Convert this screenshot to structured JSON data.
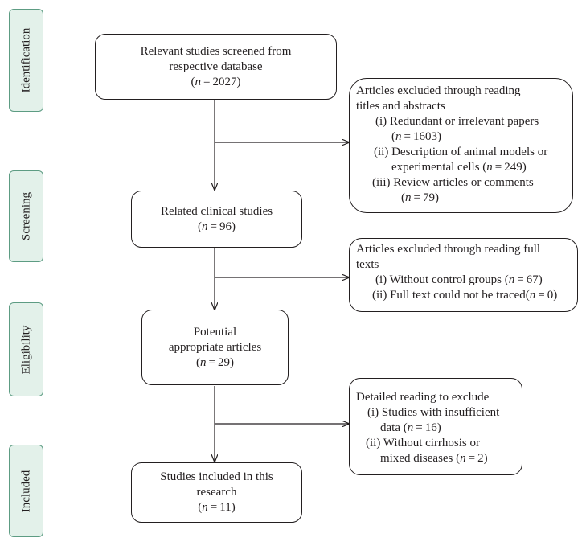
{
  "phases": {
    "identification": "Identification",
    "screening": "Screening",
    "eligibility": "Eligibility",
    "included": "Included"
  },
  "boxes": {
    "identified": {
      "line1": "Relevant studies screened from",
      "line2": "respective database",
      "count": "(n = 2027)"
    },
    "screened": {
      "line1": "Related clinical studies",
      "count": "(n = 96)"
    },
    "eligible": {
      "line1": "Potential",
      "line2": "appropriate articles",
      "count": "(n = 29)"
    },
    "included": {
      "line1": "Studies included in this",
      "line2": "research",
      "count": "(n = 11)"
    }
  },
  "exclusions": {
    "titles_abstracts": {
      "header_line1": "Articles excluded through reading",
      "header_line2": "titles and abstracts",
      "item1_line1": "(i) Redundant or irrelevant papers",
      "item1_line2": "(n = 1603)",
      "item2_line1": "(ii) Description of animal models or",
      "item2_line2": "experimental cells (n = 249)",
      "item3_line1": "(iii) Review articles or comments",
      "item3_line2": "(n = 79)"
    },
    "full_texts": {
      "header_line1": "Articles excluded through reading full",
      "header_line2": "texts",
      "item1": "(i) Without control groups (n = 67)",
      "item2": "(ii) Full text could not be traced(n = 0)"
    },
    "detailed": {
      "header": "Detailed reading to exclude",
      "item1_line1": "(i) Studies with insufficient",
      "item1_line2": "data (n = 16)",
      "item2_line1": "(ii) Without cirrhosis or",
      "item2_line2": "mixed diseases (n = 2)"
    }
  }
}
